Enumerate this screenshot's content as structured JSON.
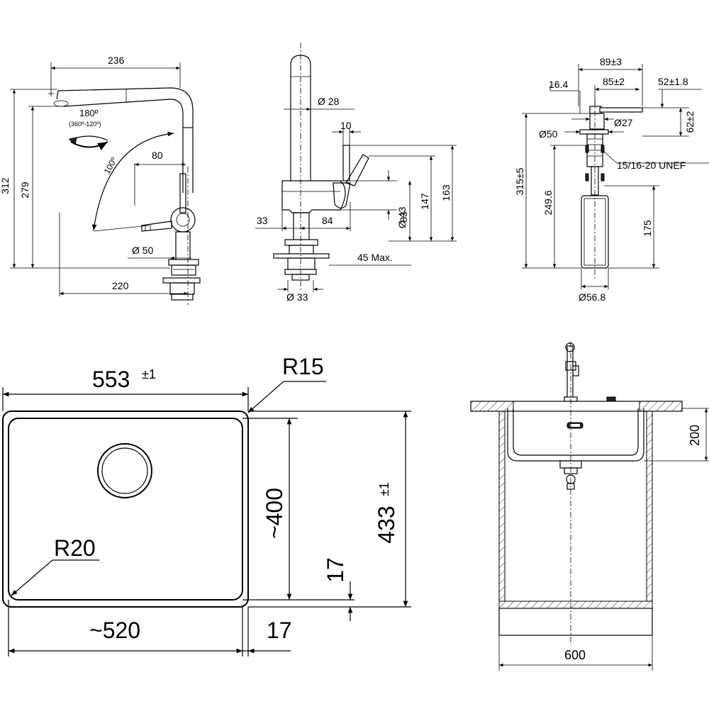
{
  "faucet_front": {
    "width": "236",
    "height_total": "312",
    "height_spout": "279",
    "swivel": "180º",
    "swivel_range": "(360º-120º)",
    "spray_angle": "100º",
    "lever_offset": "80",
    "base_dia": "Ø 50",
    "reach": "220"
  },
  "faucet_side": {
    "tube_dia": "Ø 28",
    "lever_width": "10",
    "left_offset": "33",
    "right_offset": "84",
    "body_dia": "Ø 43",
    "h83": "83",
    "h147": "147",
    "h163": "163",
    "deck_max": "45 Max.",
    "hole_dia": "Ø 33"
  },
  "dispenser": {
    "width_89": "89±3",
    "width_85": "85±2",
    "offset_16": "16.4",
    "head_52": "52±1.8",
    "head_62": "62±2",
    "neck_27": "Ø27",
    "flange_50": "Ø50",
    "height_315": "315±5",
    "height_249": "249.6",
    "thread": "15/16-20 UNEF",
    "bottle_175": "175",
    "bottle_dia": "Ø56.8"
  },
  "sink_top": {
    "outer_width": "553",
    "outer_width_tol": "±1",
    "corner_outer": "R15",
    "corner_inner": "R20",
    "inner_height": "~400",
    "outer_height": "433",
    "outer_height_tol": "±1",
    "edge_v": "17",
    "inner_width": "~520",
    "edge_h": "17"
  },
  "sink_section": {
    "depth": "200",
    "cabinet_width": "600"
  }
}
